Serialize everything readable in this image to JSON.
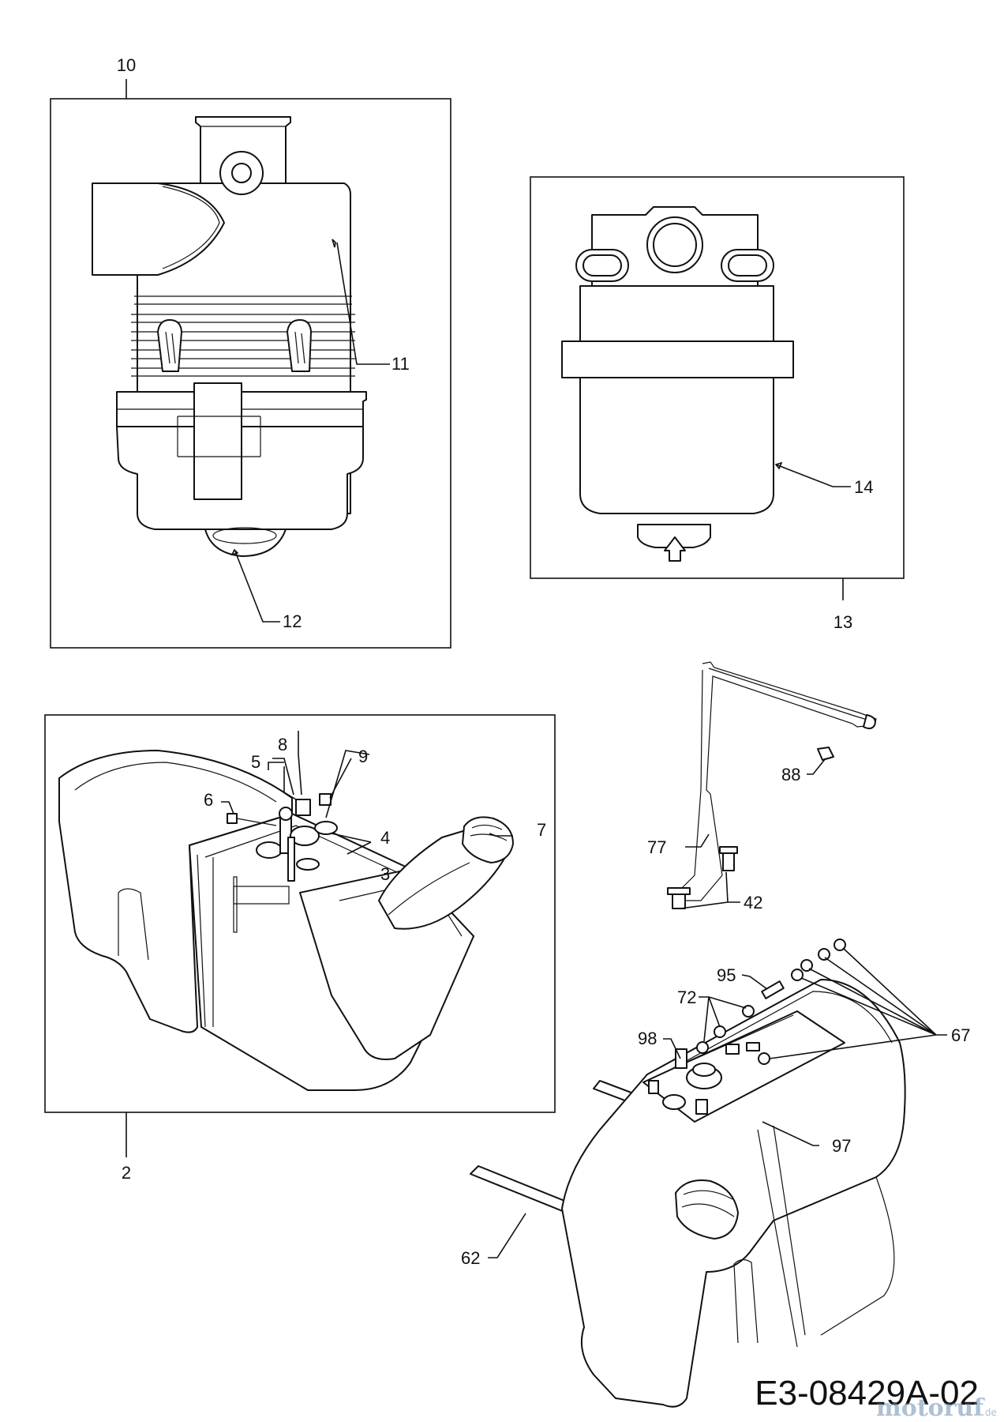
{
  "labels": {
    "p2": "2",
    "p3": "3",
    "p4": "4",
    "p5": "5",
    "p6": "6",
    "p7": "7",
    "p8": "8",
    "p9": "9",
    "p10": "10",
    "p11": "11",
    "p12": "12",
    "p13": "13",
    "p14": "14",
    "p42": "42",
    "p62": "62",
    "p67": "67",
    "p72": "72",
    "p77": "77",
    "p88": "88",
    "p95": "95",
    "p97": "97",
    "p98": "98"
  },
  "drawing_code": "E3-08429A-02",
  "watermark": {
    "brand": "motoruf",
    "suffix": ".de"
  }
}
